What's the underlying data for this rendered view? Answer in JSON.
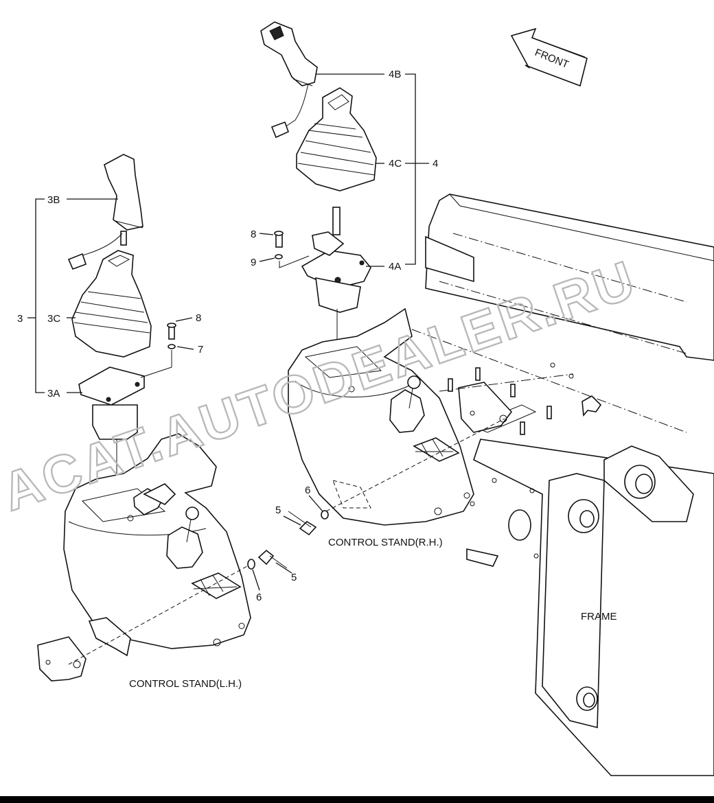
{
  "labels": {
    "front": "FRONT",
    "control_stand_rh": "CONTROL STAND(R.H.)",
    "control_stand_lh": "CONTROL STAND(L.H.)",
    "frame": "FRAME"
  },
  "callouts": {
    "c4B": "4B",
    "c4C": "4C",
    "c4": "4",
    "c4A": "4A",
    "c8_top": "8",
    "c9": "9",
    "c3B": "3B",
    "c3": "3",
    "c3C": "3C",
    "c3A": "3A",
    "c8_left": "8",
    "c7": "7",
    "c6_right": "6",
    "c5_right": "5",
    "c5_left": "5",
    "c6_left": "6"
  },
  "watermark": "ACAT.AUTODEALER.RU",
  "colors": {
    "line": "#111111",
    "watermark": "#b9b9b9",
    "background": "#ffffff"
  }
}
